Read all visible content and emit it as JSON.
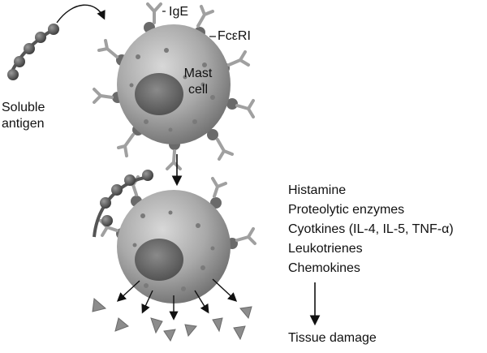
{
  "labels": {
    "ige": "IgE",
    "fceri": "FcεRI",
    "mast_cell": [
      "Mast",
      "cell"
    ],
    "soluble_antigen": [
      "Soluble",
      "antigen"
    ]
  },
  "mediators": [
    "Histamine",
    "Proteolytic enzymes",
    "Cyotkines (IL-4, IL-5, TNF-α)",
    "Leukotrienes",
    "Chemokines"
  ],
  "outcome": "Tissue damage"
}
